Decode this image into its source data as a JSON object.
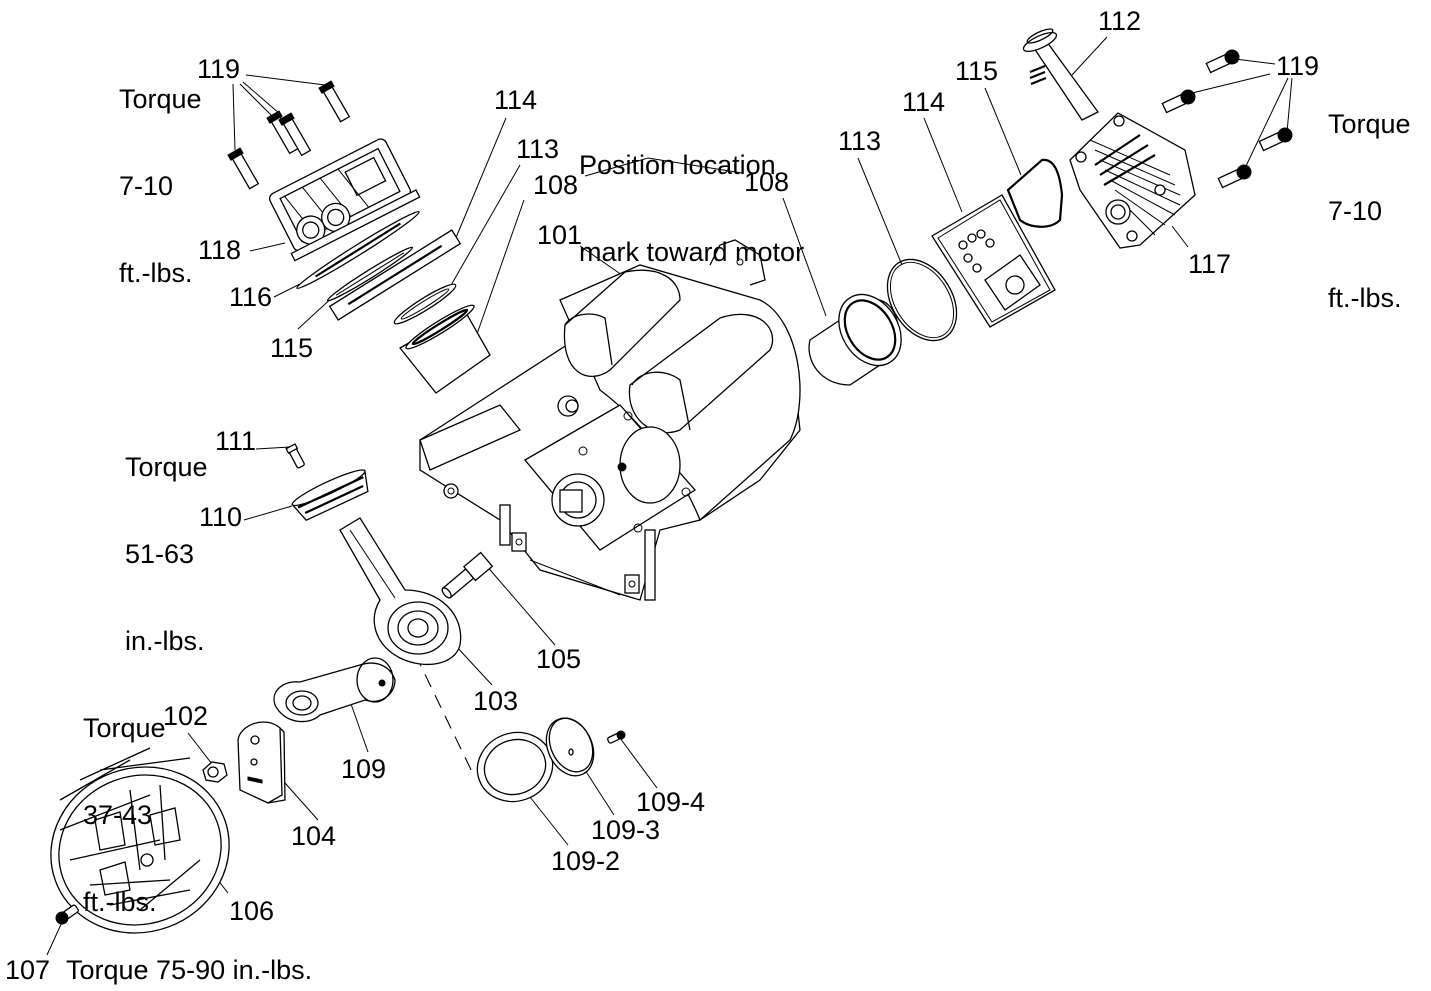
{
  "diagram": {
    "title": "Air compressor pump exploded parts view",
    "ink_color": "#000000",
    "background_color": "#ffffff",
    "notes": {
      "position_mark": [
        "Position location",
        "mark toward motor"
      ],
      "torque_119_left": [
        "Torque",
        "7-10",
        "ft.-lbs."
      ],
      "torque_119_right": [
        "Torque",
        "7-10",
        "ft.-lbs."
      ],
      "torque_111": [
        "Torque",
        "51-63",
        "in.-lbs."
      ],
      "torque_102": [
        "Torque",
        "37-43",
        "ft.-lbs."
      ],
      "torque_107": "Torque 75-90 in.-lbs."
    },
    "callouts": {
      "p101": "101",
      "p102": "102",
      "p103": "103",
      "p104": "104",
      "p105": "105",
      "p106": "106",
      "p107": "107",
      "p108_left": "108",
      "p108_right": "108",
      "p109": "109",
      "p109_2": "109-2",
      "p109_3": "109-3",
      "p109_4": "109-4",
      "p110": "110",
      "p111": "111",
      "p112": "112",
      "p113_left": "113",
      "p113_right": "113",
      "p114_left": "114",
      "p114_right": "114",
      "p115_left": "115",
      "p115_right": "115",
      "p116": "116",
      "p117": "117",
      "p118": "118",
      "p119_left": "119",
      "p119_right": "119"
    },
    "parts": [
      {
        "id": "101",
        "name": "motor"
      },
      {
        "id": "102",
        "name": "nut"
      },
      {
        "id": "103",
        "name": "connecting-rod"
      },
      {
        "id": "104",
        "name": "counterweight"
      },
      {
        "id": "105",
        "name": "crank-pin"
      },
      {
        "id": "106",
        "name": "fan"
      },
      {
        "id": "107",
        "name": "fan-bolt"
      },
      {
        "id": "108",
        "name": "cylinder-sleeve"
      },
      {
        "id": "109",
        "name": "connecting-rod-kit"
      },
      {
        "id": "109-2",
        "name": "ring"
      },
      {
        "id": "109-3",
        "name": "retainer-plate"
      },
      {
        "id": "109-4",
        "name": "screw"
      },
      {
        "id": "110",
        "name": "piston-cup"
      },
      {
        "id": "111",
        "name": "screw"
      },
      {
        "id": "112",
        "name": "transfer-tube"
      },
      {
        "id": "113",
        "name": "o-ring"
      },
      {
        "id": "114",
        "name": "valve-plate"
      },
      {
        "id": "115",
        "name": "gasket"
      },
      {
        "id": "116",
        "name": "gasket"
      },
      {
        "id": "117",
        "name": "cylinder-head-right"
      },
      {
        "id": "118",
        "name": "cylinder-head-left"
      },
      {
        "id": "119",
        "name": "head-bolt"
      }
    ]
  }
}
